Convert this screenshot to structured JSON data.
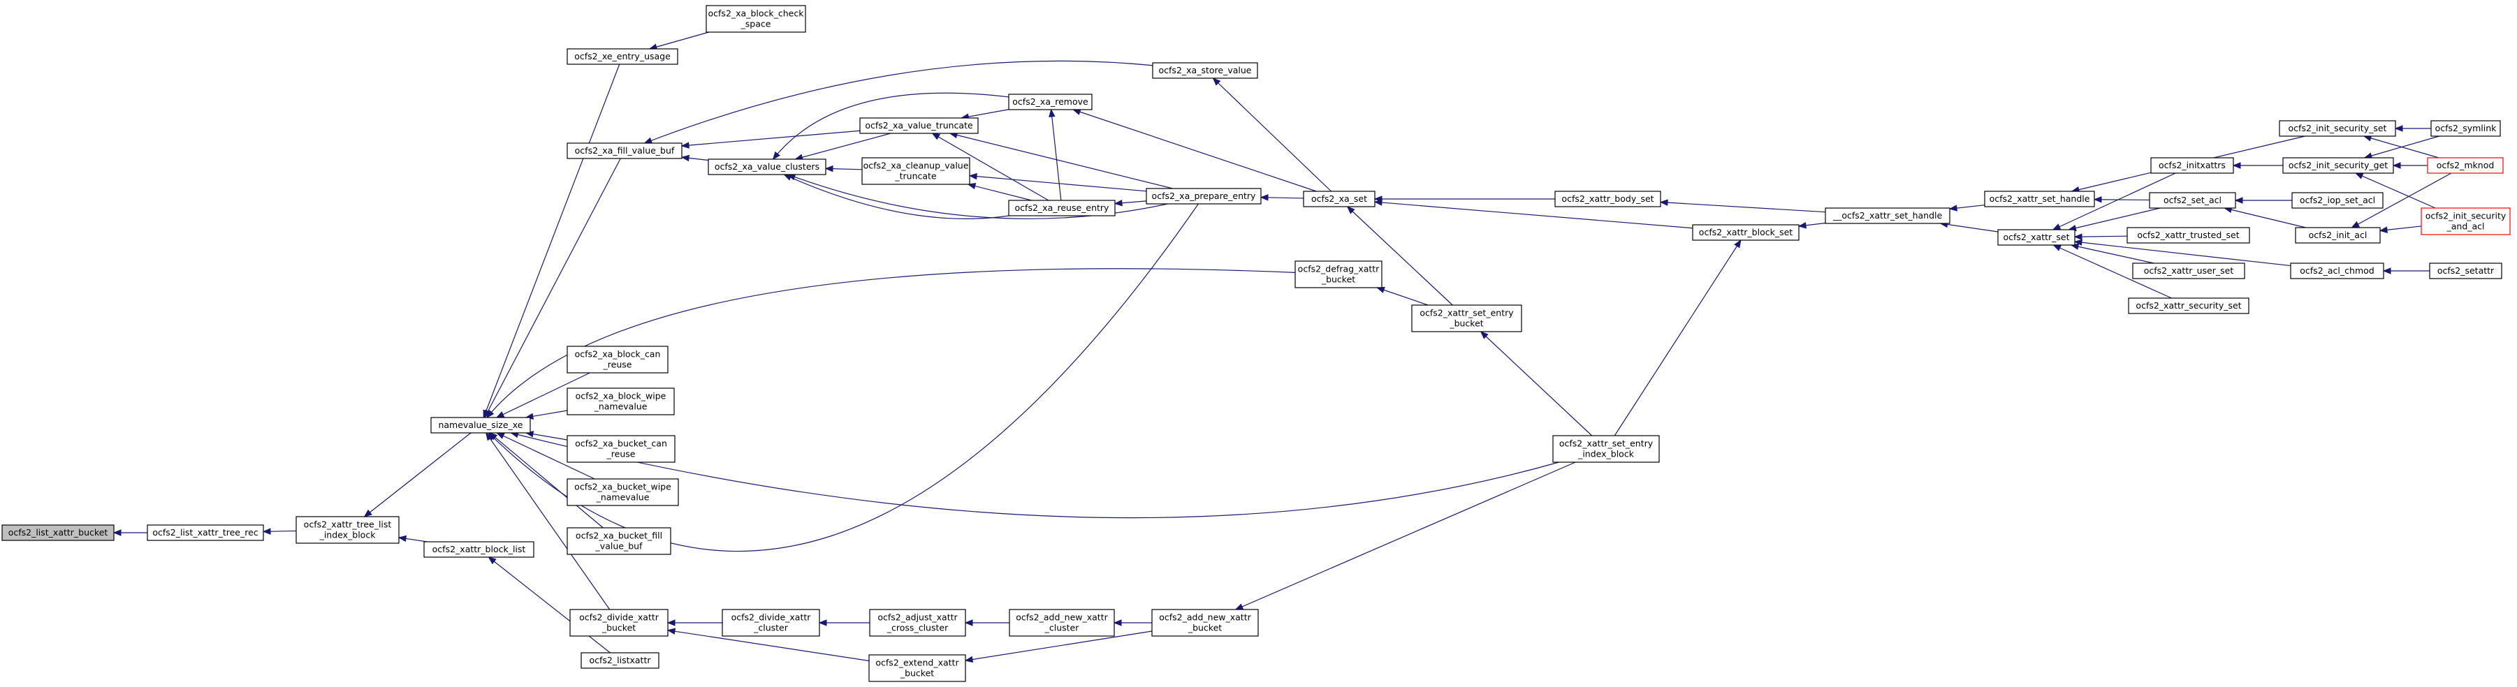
{
  "graph": {
    "colors": {
      "edge": "#191970",
      "node_border": "#000000",
      "root_fill": "#bfbfbf",
      "truncated_border": "#ff0000"
    },
    "nodes": [
      {
        "id": "list_xattr_bucket",
        "label": [
          "ocfs2_list_xattr_bucket"
        ],
        "root": true
      },
      {
        "id": "list_xattr_tree_rec",
        "label": [
          "ocfs2_list_xattr_tree_rec"
        ]
      },
      {
        "id": "xattr_tree_list_index_block",
        "label": [
          "ocfs2_xattr_tree_list",
          "_index_block"
        ]
      },
      {
        "id": "xattr_block_list",
        "label": [
          "ocfs2_xattr_block_list"
        ]
      },
      {
        "id": "namevalue_size_xe",
        "label": [
          "namevalue_size_xe"
        ]
      },
      {
        "id": "listxattr",
        "label": [
          "ocfs2_listxattr"
        ]
      },
      {
        "id": "xe_entry_usage",
        "label": [
          "ocfs2_xe_entry_usage"
        ]
      },
      {
        "id": "xa_block_check_space",
        "label": [
          "ocfs2_xa_block_check",
          "_space"
        ]
      },
      {
        "id": "xa_fill_value_buf",
        "label": [
          "ocfs2_xa_fill_value_buf"
        ]
      },
      {
        "id": "xa_value_clusters",
        "label": [
          "ocfs2_xa_value_clusters"
        ]
      },
      {
        "id": "xa_value_truncate",
        "label": [
          "ocfs2_xa_value_truncate"
        ]
      },
      {
        "id": "xa_cleanup_value_truncate",
        "label": [
          "ocfs2_xa_cleanup_value",
          "_truncate"
        ]
      },
      {
        "id": "xa_remove",
        "label": [
          "ocfs2_xa_remove"
        ]
      },
      {
        "id": "xa_reuse_entry",
        "label": [
          "ocfs2_xa_reuse_entry"
        ]
      },
      {
        "id": "xa_store_value",
        "label": [
          "ocfs2_xa_store_value"
        ]
      },
      {
        "id": "xa_prepare_entry",
        "label": [
          "ocfs2_xa_prepare_entry"
        ]
      },
      {
        "id": "xa_set",
        "label": [
          "ocfs2_xa_set"
        ]
      },
      {
        "id": "xattr_body_set",
        "label": [
          "ocfs2_xattr_body_set"
        ]
      },
      {
        "id": "xattr_block_set",
        "label": [
          "ocfs2_xattr_block_set"
        ]
      },
      {
        "id": "xattr_set_handle_int",
        "label": [
          "__ocfs2_xattr_set_handle"
        ]
      },
      {
        "id": "xattr_set_handle",
        "label": [
          "ocfs2_xattr_set_handle"
        ]
      },
      {
        "id": "xattr_set",
        "label": [
          "ocfs2_xattr_set"
        ]
      },
      {
        "id": "initxattrs",
        "label": [
          "ocfs2_initxattrs"
        ]
      },
      {
        "id": "set_acl",
        "label": [
          "ocfs2_set_acl"
        ]
      },
      {
        "id": "xattr_trusted_set",
        "label": [
          "ocfs2_xattr_trusted_set"
        ]
      },
      {
        "id": "xattr_user_set",
        "label": [
          "ocfs2_xattr_user_set"
        ]
      },
      {
        "id": "xattr_security_set",
        "label": [
          "ocfs2_xattr_security_set"
        ]
      },
      {
        "id": "init_security_set",
        "label": [
          "ocfs2_init_security_set"
        ]
      },
      {
        "id": "init_security_get",
        "label": [
          "ocfs2_init_security_get"
        ]
      },
      {
        "id": "iop_set_acl",
        "label": [
          "ocfs2_iop_set_acl"
        ]
      },
      {
        "id": "init_acl",
        "label": [
          "ocfs2_init_acl"
        ]
      },
      {
        "id": "acl_chmod",
        "label": [
          "ocfs2_acl_chmod"
        ]
      },
      {
        "id": "symlink",
        "label": [
          "ocfs2_symlink"
        ]
      },
      {
        "id": "mknod",
        "label": [
          "ocfs2_mknod"
        ],
        "truncated": true
      },
      {
        "id": "init_security_and_acl",
        "label": [
          "ocfs2_init_security",
          "_and_acl"
        ],
        "truncated": true
      },
      {
        "id": "setattr",
        "label": [
          "ocfs2_setattr"
        ]
      },
      {
        "id": "defrag_xattr_bucket",
        "label": [
          "ocfs2_defrag_xattr",
          "_bucket"
        ]
      },
      {
        "id": "xattr_set_entry_bucket",
        "label": [
          "ocfs2_xattr_set_entry",
          "_bucket"
        ]
      },
      {
        "id": "xattr_set_entry_index_block",
        "label": [
          "ocfs2_xattr_set_entry",
          "_index_block"
        ]
      },
      {
        "id": "xa_block_can_reuse",
        "label": [
          "ocfs2_xa_block_can",
          "_reuse"
        ]
      },
      {
        "id": "xa_block_wipe_namevalue",
        "label": [
          "ocfs2_xa_block_wipe",
          "_namevalue"
        ]
      },
      {
        "id": "xa_bucket_can_reuse",
        "label": [
          "ocfs2_xa_bucket_can",
          "_reuse"
        ]
      },
      {
        "id": "xa_bucket_wipe_namevalue",
        "label": [
          "ocfs2_xa_bucket_wipe",
          "_namevalue"
        ]
      },
      {
        "id": "xa_bucket_fill_value_buf",
        "label": [
          "ocfs2_xa_bucket_fill",
          "_value_buf"
        ]
      },
      {
        "id": "divide_xattr_bucket",
        "label": [
          "ocfs2_divide_xattr",
          "_bucket"
        ]
      },
      {
        "id": "divide_xattr_cluster",
        "label": [
          "ocfs2_divide_xattr",
          "_cluster"
        ]
      },
      {
        "id": "adjust_xattr_cross_cluster",
        "label": [
          "ocfs2_adjust_xattr",
          "_cross_cluster"
        ]
      },
      {
        "id": "add_new_xattr_cluster",
        "label": [
          "ocfs2_add_new_xattr",
          "_cluster"
        ]
      },
      {
        "id": "add_new_xattr_bucket",
        "label": [
          "ocfs2_add_new_xattr",
          "_bucket"
        ]
      },
      {
        "id": "extend_xattr_bucket",
        "label": [
          "ocfs2_extend_xattr",
          "_bucket"
        ]
      }
    ],
    "edges": [
      [
        "list_xattr_tree_rec",
        "list_xattr_bucket"
      ],
      [
        "xattr_tree_list_index_block",
        "list_xattr_tree_rec"
      ],
      [
        "xattr_block_list",
        "xattr_tree_list_index_block"
      ],
      [
        "listxattr",
        "xattr_block_list"
      ],
      [
        "namevalue_size_xe",
        "xattr_tree_list_index_block"
      ],
      [
        "xe_entry_usage",
        "namevalue_size_xe"
      ],
      [
        "xa_block_check_space",
        "xe_entry_usage"
      ],
      [
        "xa_fill_value_buf",
        "namevalue_size_xe"
      ],
      [
        "xa_value_clusters",
        "xa_fill_value_buf"
      ],
      [
        "xa_value_truncate",
        "xa_fill_value_buf"
      ],
      [
        "xa_store_value",
        "xa_fill_value_buf"
      ],
      [
        "xa_value_truncate",
        "xa_value_clusters"
      ],
      [
        "xa_cleanup_value_truncate",
        "xa_value_clusters"
      ],
      [
        "xa_remove",
        "xa_value_clusters"
      ],
      [
        "xa_reuse_entry",
        "xa_value_clusters"
      ],
      [
        "xa_prepare_entry",
        "xa_value_clusters"
      ],
      [
        "xa_remove",
        "xa_value_truncate"
      ],
      [
        "xa_reuse_entry",
        "xa_value_truncate"
      ],
      [
        "xa_prepare_entry",
        "xa_value_truncate"
      ],
      [
        "xa_reuse_entry",
        "xa_cleanup_value_truncate"
      ],
      [
        "xa_prepare_entry",
        "xa_cleanup_value_truncate"
      ],
      [
        "xa_reuse_entry",
        "xa_remove"
      ],
      [
        "xa_set",
        "xa_remove"
      ],
      [
        "xa_prepare_entry",
        "xa_reuse_entry"
      ],
      [
        "xa_set",
        "xa_store_value"
      ],
      [
        "xa_set",
        "xa_prepare_entry"
      ],
      [
        "xa_prepare_entry",
        "namevalue_size_xe"
      ],
      [
        "xattr_body_set",
        "xa_set"
      ],
      [
        "xattr_block_set",
        "xa_set"
      ],
      [
        "xattr_set_entry_bucket",
        "xa_set"
      ],
      [
        "xattr_set_handle_int",
        "xattr_body_set"
      ],
      [
        "xattr_set_handle_int",
        "xattr_block_set"
      ],
      [
        "xattr_set_handle",
        "xattr_set_handle_int"
      ],
      [
        "xattr_set",
        "xattr_set_handle_int"
      ],
      [
        "init_security_set",
        "xattr_set_handle"
      ],
      [
        "set_acl",
        "xattr_set_handle"
      ],
      [
        "initxattrs",
        "xattr_set"
      ],
      [
        "set_acl",
        "xattr_set"
      ],
      [
        "xattr_trusted_set",
        "xattr_set"
      ],
      [
        "xattr_user_set",
        "xattr_set"
      ],
      [
        "xattr_security_set",
        "xattr_set"
      ],
      [
        "acl_chmod",
        "xattr_set"
      ],
      [
        "init_security_get",
        "initxattrs"
      ],
      [
        "iop_set_acl",
        "set_acl"
      ],
      [
        "init_acl",
        "set_acl"
      ],
      [
        "symlink",
        "init_security_set"
      ],
      [
        "mknod",
        "init_security_set"
      ],
      [
        "mknod",
        "init_security_get"
      ],
      [
        "init_security_and_acl",
        "init_security_get"
      ],
      [
        "symlink",
        "init_security_get"
      ],
      [
        "mknod",
        "init_acl"
      ],
      [
        "init_security_and_acl",
        "init_acl"
      ],
      [
        "setattr",
        "acl_chmod"
      ],
      [
        "defrag_xattr_bucket",
        "namevalue_size_xe"
      ],
      [
        "xattr_set_entry_bucket",
        "defrag_xattr_bucket"
      ],
      [
        "xattr_set_entry_index_block",
        "xattr_set_entry_bucket"
      ],
      [
        "xattr_set_entry_index_block",
        "xattr_block_set"
      ],
      [
        "xattr_set_entry_index_block",
        "namevalue_size_xe"
      ],
      [
        "xa_block_can_reuse",
        "namevalue_size_xe"
      ],
      [
        "xa_block_wipe_namevalue",
        "namevalue_size_xe"
      ],
      [
        "xa_bucket_can_reuse",
        "namevalue_size_xe"
      ],
      [
        "xa_bucket_wipe_namevalue",
        "namevalue_size_xe"
      ],
      [
        "xa_bucket_fill_value_buf",
        "namevalue_size_xe"
      ],
      [
        "divide_xattr_bucket",
        "namevalue_size_xe"
      ],
      [
        "divide_xattr_cluster",
        "divide_xattr_bucket"
      ],
      [
        "extend_xattr_bucket",
        "divide_xattr_bucket"
      ],
      [
        "adjust_xattr_cross_cluster",
        "divide_xattr_cluster"
      ],
      [
        "add_new_xattr_cluster",
        "adjust_xattr_cross_cluster"
      ],
      [
        "add_new_xattr_bucket",
        "add_new_xattr_cluster"
      ],
      [
        "add_new_xattr_bucket",
        "extend_xattr_bucket"
      ],
      [
        "xattr_set_entry_index_block",
        "add_new_xattr_bucket"
      ]
    ]
  }
}
